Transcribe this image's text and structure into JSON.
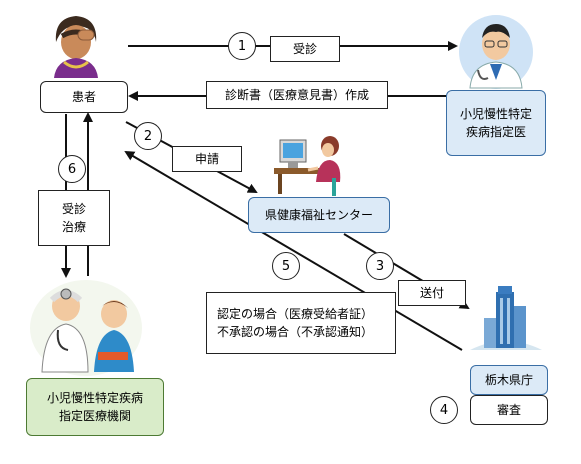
{
  "nodes": {
    "patient": "患者",
    "doctor": [
      "小児慢性特定",
      "疾病指定医"
    ],
    "center": "県健康福祉センター",
    "prefecture": "栃木県庁",
    "review": "審査",
    "hospital": [
      "小児慢性特定疾病",
      "指定医療機関"
    ]
  },
  "labels": {
    "consult": "受診",
    "diagnosis": "診断書（医療意見書）作成",
    "apply": "申請",
    "send": "送付",
    "result_1": "認定の場合（医療受給者証）",
    "result_2": "不承認の場合（不承認通知）",
    "treat_1": "受診",
    "treat_2": "治療"
  },
  "steps": [
    "1",
    "2",
    "3",
    "4",
    "5",
    "6"
  ],
  "colors": {
    "center_fill": "#dceaf7",
    "hospital_fill": "#d9ecc9"
  }
}
